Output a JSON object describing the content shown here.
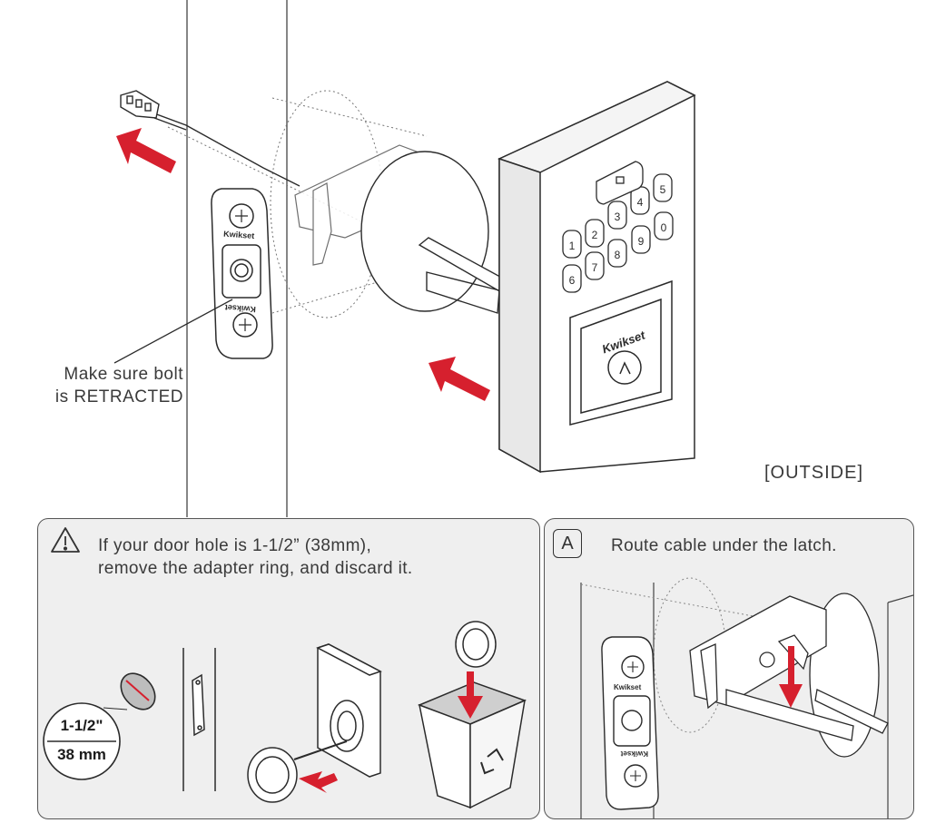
{
  "callout": {
    "line1": "Make sure bolt",
    "line2": "is RETRACTED"
  },
  "side_label": "[OUTSIDE]",
  "warning": {
    "line1": "If your door hole is 1-1/2” (38mm),",
    "line2": "remove the adapter ring, and discard it.",
    "icon": "warning-triangle-icon"
  },
  "measurement": {
    "inches": "1-1/2\"",
    "mm": "38 mm"
  },
  "route": {
    "badge": "A",
    "text": "Route cable under the latch."
  },
  "brand": "Kwikset",
  "keypad_keys": [
    "1",
    "2",
    "3",
    "4",
    "5",
    "6",
    "7",
    "8",
    "9",
    "0"
  ],
  "colors": {
    "arrow_red": "#d6202e",
    "line": "#2b2b2b",
    "panel_bg": "#efefef"
  }
}
